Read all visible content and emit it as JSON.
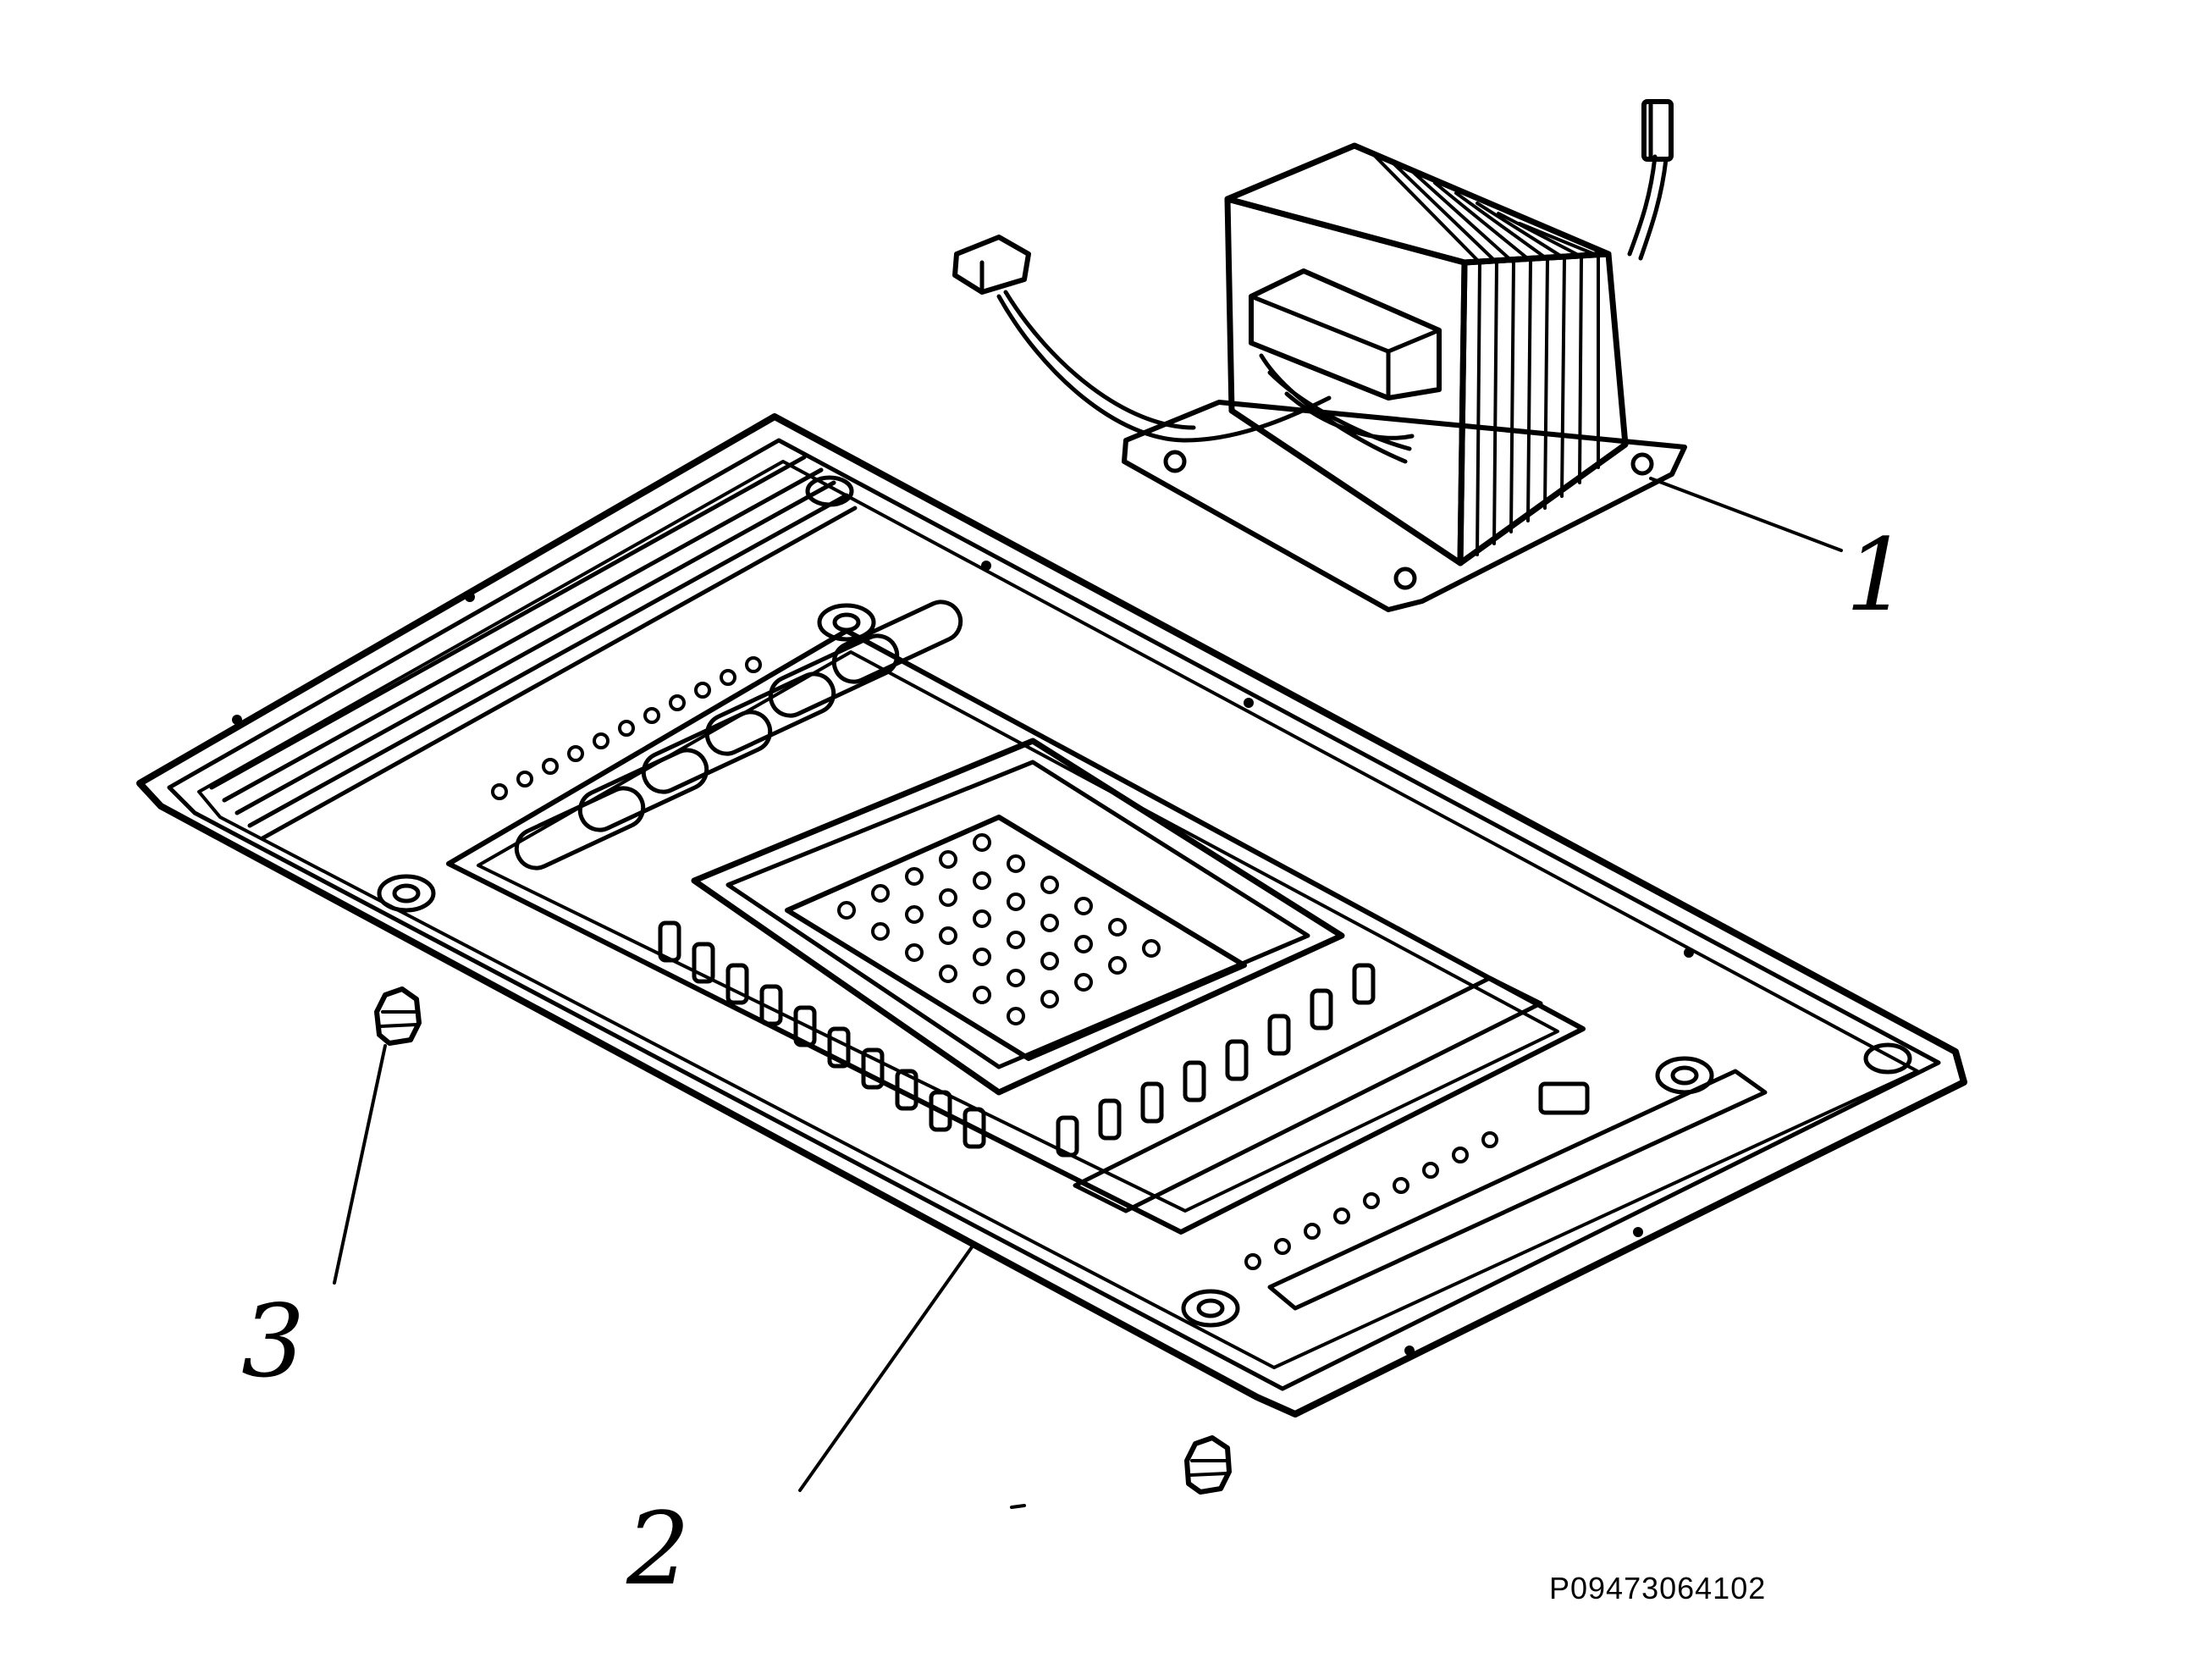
{
  "callouts": [
    {
      "id": "1",
      "label": "1"
    },
    {
      "id": "2",
      "label": "2"
    },
    {
      "id": "3",
      "label": "3"
    }
  ],
  "part_code": "P09473064102",
  "colors": {
    "ink": "#000000",
    "paper": "#ffffff"
  }
}
